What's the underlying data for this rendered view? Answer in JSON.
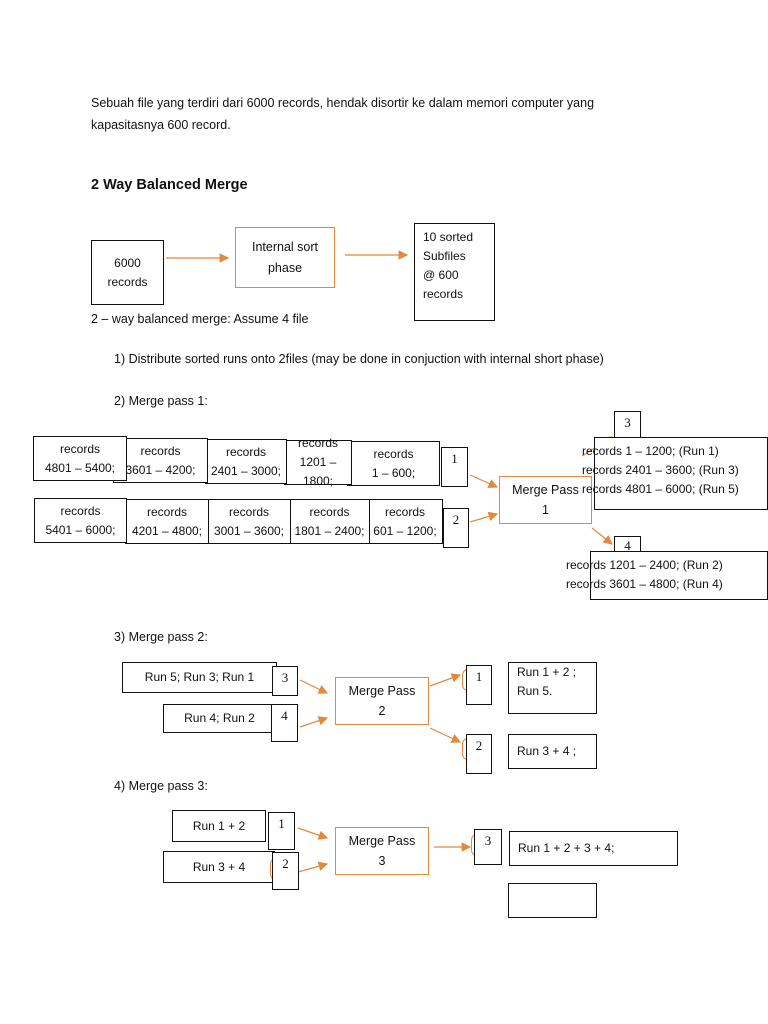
{
  "intro": {
    "line1": "Sebuah file yang terdiri dari 6000 records, hendak disortir ke dalam memori computer yang",
    "line2": "kapasitasnya 600 record."
  },
  "heading": "2 Way Balanced Merge",
  "phase": {
    "input_line1": "6000",
    "input_line2": "records",
    "sort_line1": "Internal sort",
    "sort_line2": "phase",
    "output_lines": [
      "10 sorted",
      "Subfiles",
      "@ 600",
      "records"
    ]
  },
  "assume": "2 – way balanced merge: Assume 4 file",
  "steps": {
    "s1": "1)   Distribute sorted runs onto 2files (may be done in conjuction with internal short phase)",
    "s2": "2)   Merge pass 1:",
    "s3": "3)   Merge pass 2:",
    "s4": "4)   Merge pass 3:"
  },
  "pass1": {
    "file1_runs": [
      {
        "l1": "records",
        "l2": "4801 – 5400;"
      },
      {
        "l1": "records",
        "l2": "3601 – 4200;"
      },
      {
        "l1": "records",
        "l2": "2401 – 3000;"
      },
      {
        "l1": "records",
        "l2": "1201 – 1800;"
      },
      {
        "l1": "records",
        "l2": "1 – 600;"
      }
    ],
    "file2_runs": [
      {
        "l1": "records",
        "l2": "5401 – 6000;"
      },
      {
        "l1": "records",
        "l2": "4201 – 4800;"
      },
      {
        "l1": "records",
        "l2": "3001 – 3600;"
      },
      {
        "l1": "records",
        "l2": "1801 – 2400;"
      },
      {
        "l1": "records",
        "l2": "601 – 1200;"
      }
    ],
    "file1_tag": "1",
    "file2_tag": "2",
    "merge_line1": "Merge Pass",
    "merge_line2": "1",
    "out3_tag": "3",
    "out3_lines": [
      "records 1 – 1200; (Run 1)",
      "records 2401 – 3600; (Run 3)",
      "records 4801 – 6000; (Run 5)"
    ],
    "out4_tag": "4",
    "out4_lines": [
      "records 1201 – 2400; (Run 2)",
      "records 3601 – 4800; (Run 4)"
    ]
  },
  "pass2": {
    "in_a": "Run 5; Run 3; Run 1",
    "in_a_tag": "3",
    "in_b": "Run 4; Run 2",
    "in_b_tag": "4",
    "merge_line1": "Merge Pass",
    "merge_line2": "2",
    "out_a_tag": "1",
    "out_a_line1": "Run 1 + 2 ;",
    "out_a_line2": "Run 5.",
    "out_b_tag": "2",
    "out_b": "Run 3 + 4 ;"
  },
  "pass3": {
    "in_a": "Run 1 + 2",
    "in_a_tag": "1",
    "in_b": "Run 3 + 4",
    "in_b_tag": "2",
    "merge_line1": "Merge Pass",
    "merge_line2": "3",
    "out_tag": "3",
    "out": "Run 1 + 2 + 3 + 4;"
  },
  "colors": {
    "accent": "#e2893f",
    "text": "#111111"
  }
}
